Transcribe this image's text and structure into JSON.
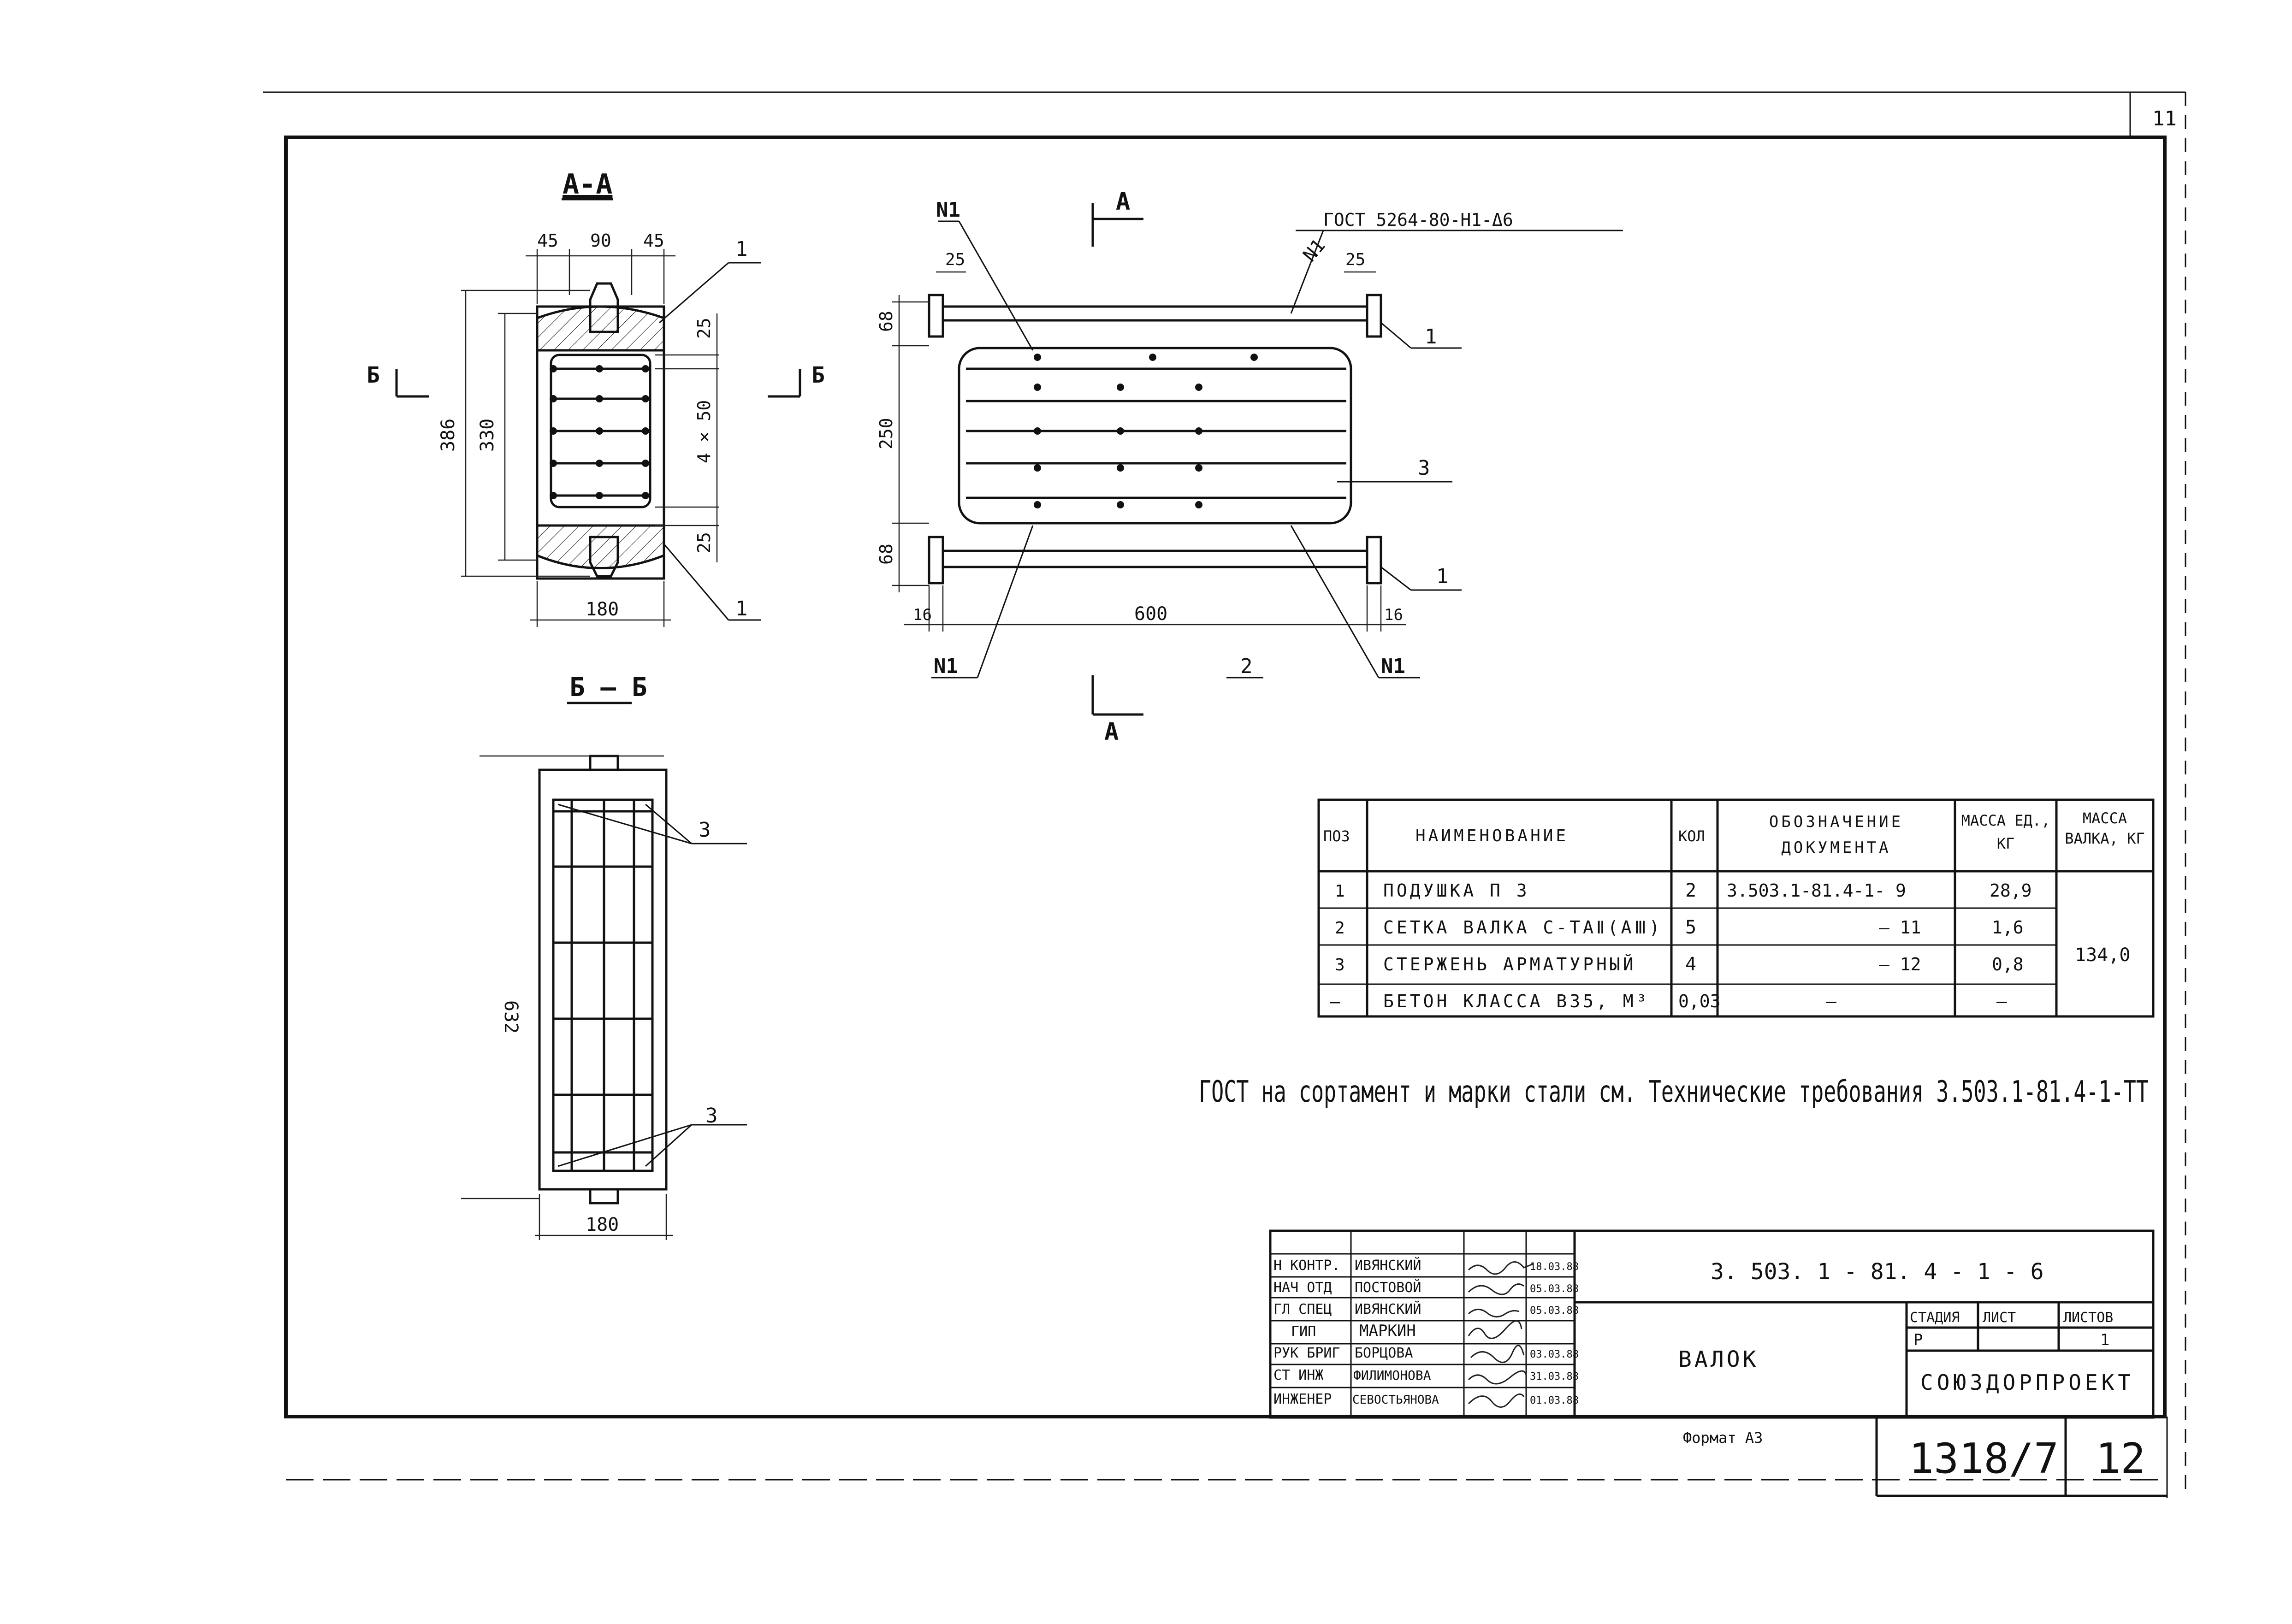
{
  "corner_sheet": "11",
  "views": {
    "section_aa": {
      "title": "А-А",
      "dims": {
        "top_left": "45",
        "top_mid": "90",
        "top_right": "45",
        "height_outer": "386",
        "height_inner": "330",
        "right_top": "25",
        "right_mid": "4 × 50",
        "right_bot": "25",
        "bottom": "180"
      },
      "cut_marker": "Б",
      "callouts": [
        "1",
        "1"
      ]
    },
    "section_bb": {
      "title": "Б – Б",
      "dims": {
        "height": "632",
        "width": "180"
      },
      "callouts": [
        "3",
        "3"
      ]
    },
    "elevation": {
      "section_mark": "А",
      "gost_label": "ГОСТ 5264-80-Н1-Δ6",
      "weld_marks": [
        "N1",
        "N1",
        "N1",
        "N1"
      ],
      "dims": {
        "left_top": "25",
        "right_top": "25",
        "h_top": "68",
        "h_mid": "250",
        "h_bot": "68",
        "bottom_left": "16",
        "length": "600",
        "bottom_right": "16"
      },
      "callouts": {
        "top_right": "1",
        "mid_right": "3",
        "bot_right": "1",
        "bottom": "2"
      }
    }
  },
  "spec_table": {
    "headers": {
      "pos": "ПОЗ",
      "name": "НАИМЕНОВАНИЕ",
      "qty": "КОЛ",
      "doc": "ОБОЗНАЧЕНИЕ ДОКУМЕНТА",
      "mass_unit": "МАССА ЕД., КГ",
      "mass_total": "МАССА ВАЛКА, КГ"
    },
    "rows": [
      {
        "pos": "1",
        "name": "ПОДУШКА   П 3",
        "qty": "2",
        "doc": "3.503.1-81.4-1- 9",
        "mass": "28,9"
      },
      {
        "pos": "2",
        "name": "СЕТКА ВАЛКА С-ТАⅡ(АⅢ)",
        "qty": "5",
        "doc": "– 11",
        "mass": "1,6"
      },
      {
        "pos": "3",
        "name": "СТЕРЖЕНЬ АРМАТУРНЫЙ",
        "qty": "4",
        "doc": "– 12",
        "mass": "0,8"
      },
      {
        "pos": "—",
        "name": "БЕТОН КЛАССА В35, М³",
        "qty": "0,03",
        "doc": "—",
        "mass": "—"
      }
    ],
    "total_mass": "134,0"
  },
  "note": "ГОСТ на сортамент и марки стали см. Технические требования 3.503.1-81.4-1-ТТ",
  "title_block": {
    "doc_code": "3. 503. 1 - 81. 4 - 1 - 6",
    "object_name": "ВАЛОК",
    "stage_header": "СТАДИЯ",
    "sheet_header": "ЛИСТ",
    "sheets_header": "ЛИСТОВ",
    "stage": "Р",
    "sheet": "",
    "sheets": "1",
    "company": "СОЮЗДОРПРОЕКТ",
    "staff": [
      {
        "role": "Н КОНТР.",
        "name": "ИВЯНСКИЙ",
        "date": "18.03.88"
      },
      {
        "role": "НАЧ ОТД",
        "name": "ПОСТОВОЙ",
        "date": "05.03.88"
      },
      {
        "role": "ГЛ СПЕЦ",
        "name": "ИВЯНСКИЙ",
        "date": "05.03.88"
      },
      {
        "role": "ГИП",
        "name": "МАРКИН",
        "date": ""
      },
      {
        "role": "РУК БРИГ",
        "name": "БОРЦОВА",
        "date": "03.03.88"
      },
      {
        "role": "СТ ИНЖ",
        "name": "ФИЛИМОНОВА",
        "date": "31.03.88"
      },
      {
        "role": "ИНЖЕНЕР",
        "name": "СЕВОСТЬЯНОВА",
        "date": "01.03.88"
      }
    ],
    "format": "Формат А3",
    "archive_number": "1318/7",
    "page_number": "12"
  }
}
